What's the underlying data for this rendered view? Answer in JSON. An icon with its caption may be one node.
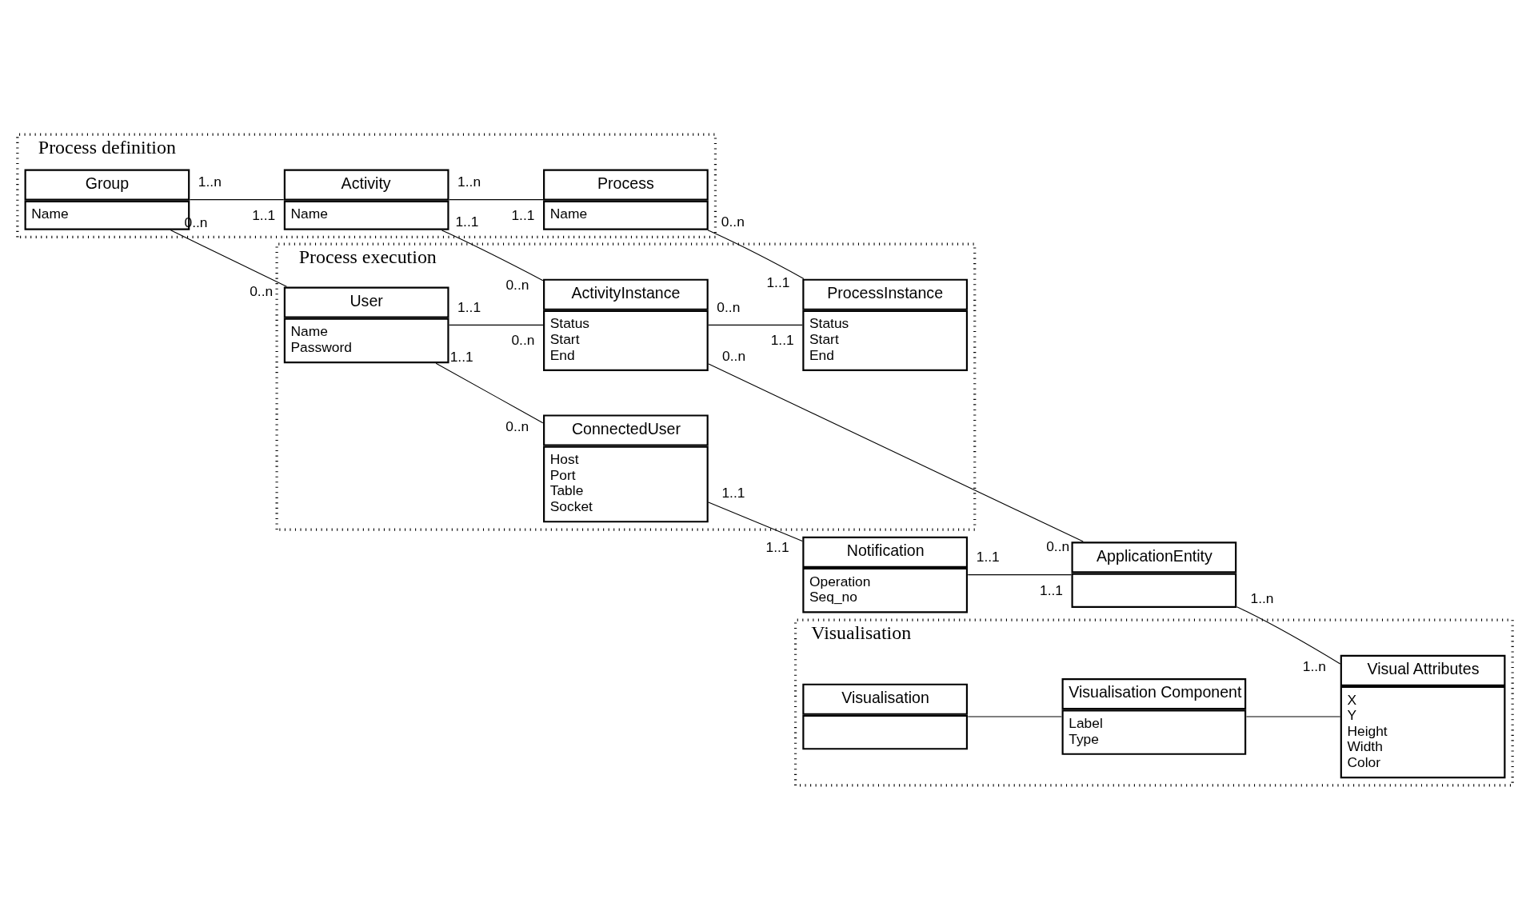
{
  "diagram": {
    "nodes": [
      {
        "text": [
          "Process definition"
        ]
      },
      {
        "text": [
          "Group",
          "Name"
        ],
        "in": 0,
        "beside": [
          "0..n",
          "1..n"
        ]
      },
      {
        "text": [
          "Activity",
          "Name"
        ],
        "in": 0,
        "beside": [
          "1..1",
          "1..1",
          "1..n"
        ]
      },
      {
        "text": [
          "Process",
          "Name"
        ],
        "in": 0,
        "beside": [
          "1..1",
          "0..n"
        ]
      },
      {
        "text": [
          "Process execution"
        ]
      },
      {
        "text": [
          "User",
          "Name Password"
        ],
        "in": 4,
        "beside": [
          "0..n",
          "1..1",
          "1..1"
        ]
      },
      {
        "text": [
          "ConnectedUser",
          "Host Port Table Socket"
        ],
        "in": 4,
        "beside": [
          "0..n",
          "1..1"
        ]
      },
      {
        "text": [
          "ActivityInstance",
          "Status Start End"
        ],
        "in": 4,
        "beside": [
          "0..n",
          "0..n",
          "0..n",
          "0..n"
        ]
      },
      {
        "text": [
          "ProcessInstance",
          "Status Start End"
        ],
        "in": 4,
        "beside": [
          "1..1",
          "1..1"
        ]
      },
      {
        "text": [
          "Notification",
          "Operation Seq_no"
        ],
        "beside": [
          "1..1",
          "1..1"
        ]
      },
      {
        "text": [
          "ApplicationEntity"
        ],
        "beside": [
          "0..n",
          "1..1",
          "1..n"
        ]
      },
      {
        "text": [
          "Visualisation"
        ]
      },
      {
        "text": [
          "Visualisation"
        ],
        "in": 11
      },
      {
        "text": [
          "Visualisation Component",
          "Label Type"
        ],
        "in": 11
      },
      {
        "text": [
          "Visual Attributes",
          "X Y Height Width Color"
        ],
        "in": 11,
        "beside": [
          "1..n"
        ]
      }
    ],
    "edges": [
      {
        "from": 1,
        "to": 5,
        "arrow": "none"
      },
      {
        "from": 1,
        "to": 2,
        "arrow": "none"
      },
      {
        "from": 5,
        "to": 6,
        "arrow": "none"
      },
      {
        "from": 6,
        "to": 9,
        "arrow": "none"
      },
      {
        "from": 5,
        "to": 7,
        "arrow": "none"
      },
      {
        "from": 2,
        "to": 7,
        "arrow": "none"
      },
      {
        "from": 2,
        "to": 3,
        "arrow": "none"
      },
      {
        "from": 7,
        "to": 8,
        "arrow": "none"
      },
      {
        "from": 3,
        "to": 8,
        "arrow": "none"
      },
      {
        "from": 7,
        "to": 10,
        "arrow": "none"
      },
      {
        "from": 9,
        "to": 10,
        "arrow": "none"
      },
      {
        "from": 10,
        "to": 14,
        "arrow": "none"
      },
      {
        "from": 12,
        "to": 13,
        "arrow": "none"
      },
      {
        "from": 13,
        "to": 14,
        "arrow": "none"
      }
    ]
  }
}
